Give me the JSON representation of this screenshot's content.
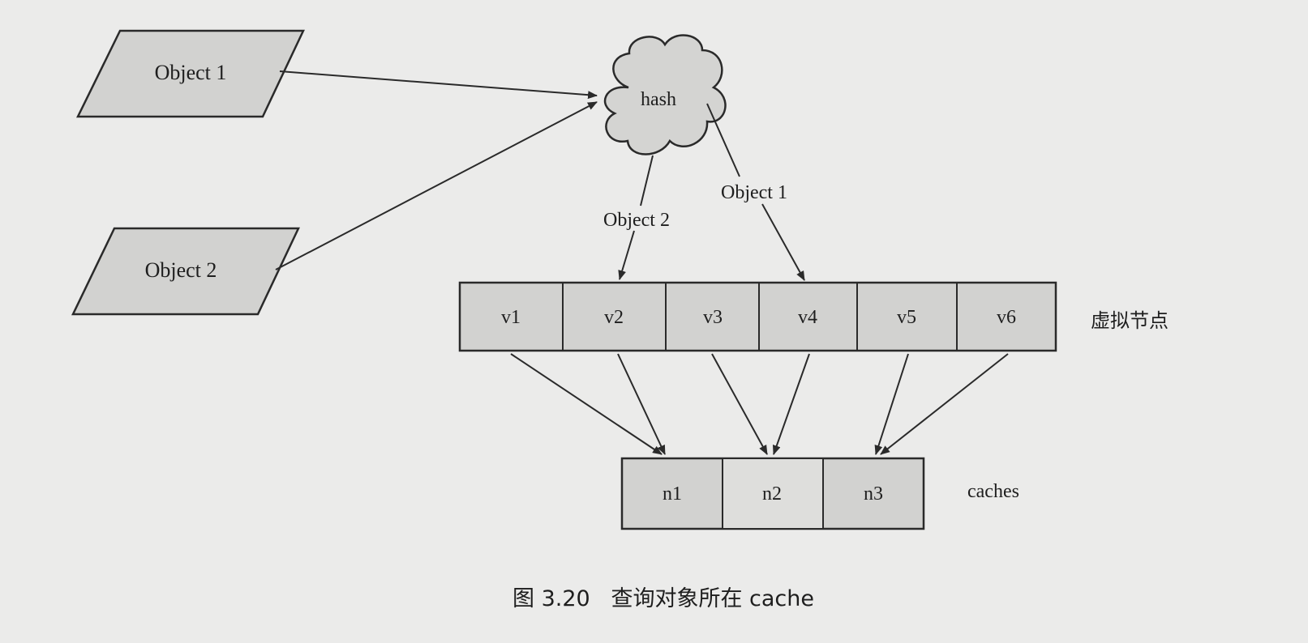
{
  "objects": [
    "Object 1",
    "Object 2"
  ],
  "hash_label": "hash",
  "edge_labels": {
    "to_v4": "Object 1",
    "to_v2": "Object 2"
  },
  "virtual_nodes": {
    "label": "虚拟节点",
    "items": [
      "v1",
      "v2",
      "v3",
      "v4",
      "v5",
      "v6"
    ]
  },
  "caches": {
    "label": "caches",
    "items": [
      "n1",
      "n2",
      "n3"
    ]
  },
  "caption": "图 3.20   查询对象所在 cache",
  "colors": {
    "box_fill": "#d2d2d0",
    "stroke": "#2a2a2a",
    "background": "#ebebea"
  }
}
